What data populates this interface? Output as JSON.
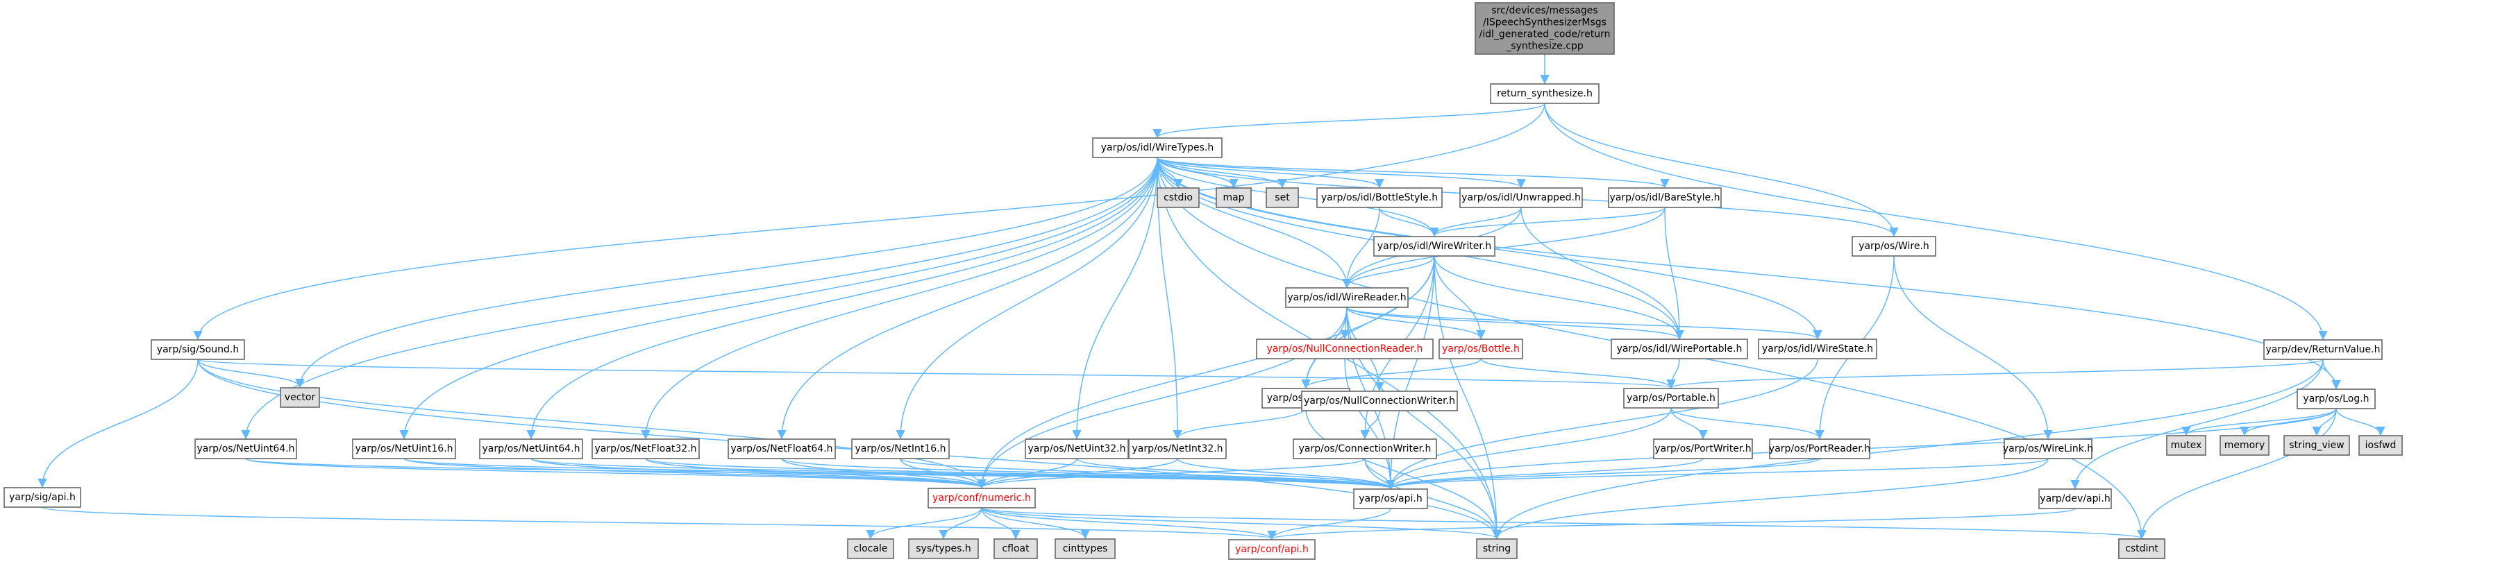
{
  "colors": {
    "edge": "#63b8ff",
    "node_stroke": "#666666",
    "node_fill": "#ffffff",
    "external_fill": "#e0e0e0",
    "root_fill": "#999999",
    "red_text": "#ff0000",
    "text": "#000000"
  },
  "nodes": [
    {
      "id": "root",
      "lines": [
        "src/devices/messages",
        "/ISpeechSynthesizerMsgs",
        "/idl_generated_code/return",
        "_synthesize.cpp"
      ],
      "style": "root"
    },
    {
      "id": "return_synthesize",
      "lines": [
        "return_synthesize.h"
      ],
      "style": "normal"
    },
    {
      "id": "wiretypes",
      "lines": [
        "yarp/os/idl/WireTypes.h"
      ],
      "style": "normal"
    },
    {
      "id": "cstdio",
      "lines": [
        "cstdio"
      ],
      "style": "external"
    },
    {
      "id": "map",
      "lines": [
        "map"
      ],
      "style": "external"
    },
    {
      "id": "set",
      "lines": [
        "set"
      ],
      "style": "external"
    },
    {
      "id": "bottlestyle",
      "lines": [
        "yarp/os/idl/BottleStyle.h"
      ],
      "style": "normal"
    },
    {
      "id": "unwrapped",
      "lines": [
        "yarp/os/idl/Unwrapped.h"
      ],
      "style": "normal"
    },
    {
      "id": "barestyle",
      "lines": [
        "yarp/os/idl/BareStyle.h"
      ],
      "style": "normal"
    },
    {
      "id": "wirewriter",
      "lines": [
        "yarp/os/idl/WireWriter.h"
      ],
      "style": "normal"
    },
    {
      "id": "wire",
      "lines": [
        "yarp/os/Wire.h"
      ],
      "style": "normal"
    },
    {
      "id": "wirereader",
      "lines": [
        "yarp/os/idl/WireReader.h"
      ],
      "style": "normal"
    },
    {
      "id": "sound",
      "lines": [
        "yarp/sig/Sound.h"
      ],
      "style": "normal"
    },
    {
      "id": "nullconnreader",
      "lines": [
        "yarp/os/NullConnectionReader.h"
      ],
      "style": "red"
    },
    {
      "id": "bottle",
      "lines": [
        "yarp/os/Bottle.h"
      ],
      "style": "red"
    },
    {
      "id": "wireportable",
      "lines": [
        "yarp/os/idl/WirePortable.h"
      ],
      "style": "normal"
    },
    {
      "id": "wirestate",
      "lines": [
        "yarp/os/idl/WireState.h"
      ],
      "style": "normal"
    },
    {
      "id": "returnvalue",
      "lines": [
        "yarp/dev/ReturnValue.h"
      ],
      "style": "normal"
    },
    {
      "id": "vector",
      "lines": [
        "vector"
      ],
      "style": "external"
    },
    {
      "id": "vocab",
      "lines": [
        "yarp/os/Vocab.h"
      ],
      "style": "normal"
    },
    {
      "id": "nullconnwriter",
      "lines": [
        "yarp/os/NullConnectionWriter.h"
      ],
      "style": "normal"
    },
    {
      "id": "portable",
      "lines": [
        "yarp/os/Portable.h"
      ],
      "style": "normal"
    },
    {
      "id": "log",
      "lines": [
        "yarp/os/Log.h"
      ],
      "style": "normal"
    },
    {
      "id": "mutex",
      "lines": [
        "mutex"
      ],
      "style": "external"
    },
    {
      "id": "memory",
      "lines": [
        "memory"
      ],
      "style": "external"
    },
    {
      "id": "string_view",
      "lines": [
        "string_view"
      ],
      "style": "external"
    },
    {
      "id": "iosfwd",
      "lines": [
        "iosfwd"
      ],
      "style": "external"
    },
    {
      "id": "netuint64",
      "lines": [
        "yarp/os/NetUint64.h"
      ],
      "style": "normal"
    },
    {
      "id": "netuint16",
      "lines": [
        "yarp/os/NetUint16.h"
      ],
      "style": "normal"
    },
    {
      "id": "netuint64b",
      "lines": [
        "yarp/os/NetUint64.h"
      ],
      "style": "normal"
    },
    {
      "id": "netfloat32",
      "lines": [
        "yarp/os/NetFloat32.h"
      ],
      "style": "normal"
    },
    {
      "id": "netfloat64",
      "lines": [
        "yarp/os/NetFloat64.h"
      ],
      "style": "normal"
    },
    {
      "id": "netint16",
      "lines": [
        "yarp/os/NetInt16.h"
      ],
      "style": "normal"
    },
    {
      "id": "netuint32",
      "lines": [
        "yarp/os/NetUint32.h"
      ],
      "style": "normal"
    },
    {
      "id": "netint32",
      "lines": [
        "yarp/os/NetInt32.h"
      ],
      "style": "normal"
    },
    {
      "id": "connwriter",
      "lines": [
        "yarp/os/ConnectionWriter.h"
      ],
      "style": "normal"
    },
    {
      "id": "portwriter",
      "lines": [
        "yarp/os/PortWriter.h"
      ],
      "style": "normal"
    },
    {
      "id": "portreader",
      "lines": [
        "yarp/os/PortReader.h"
      ],
      "style": "normal"
    },
    {
      "id": "wirelink",
      "lines": [
        "yarp/os/WireLink.h"
      ],
      "style": "normal"
    },
    {
      "id": "sigapi",
      "lines": [
        "yarp/sig/api.h"
      ],
      "style": "normal"
    },
    {
      "id": "numeric",
      "lines": [
        "yarp/conf/numeric.h"
      ],
      "style": "red"
    },
    {
      "id": "osapi",
      "lines": [
        "yarp/os/api.h"
      ],
      "style": "normal"
    },
    {
      "id": "devapi",
      "lines": [
        "yarp/dev/api.h"
      ],
      "style": "normal"
    },
    {
      "id": "clocale",
      "lines": [
        "clocale"
      ],
      "style": "external"
    },
    {
      "id": "systypes",
      "lines": [
        "sys/types.h"
      ],
      "style": "external"
    },
    {
      "id": "cfloat",
      "lines": [
        "cfloat"
      ],
      "style": "external"
    },
    {
      "id": "cinttypes",
      "lines": [
        "cinttypes"
      ],
      "style": "external"
    },
    {
      "id": "confapi",
      "lines": [
        "yarp/conf/api.h"
      ],
      "style": "red"
    },
    {
      "id": "string",
      "lines": [
        "string"
      ],
      "style": "external"
    },
    {
      "id": "cstdint",
      "lines": [
        "cstdint"
      ],
      "style": "external"
    },
    {
      "id": "cstdint2",
      "lines": [
        "cstdint"
      ],
      "style": "external"
    }
  ],
  "edges": [
    [
      "root",
      "return_synthesize"
    ],
    [
      "return_synthesize",
      "wiretypes"
    ],
    [
      "return_synthesize",
      "sound"
    ],
    [
      "return_synthesize",
      "wire"
    ],
    [
      "return_synthesize",
      "returnvalue"
    ],
    [
      "wiretypes",
      "cstdio"
    ],
    [
      "wiretypes",
      "map"
    ],
    [
      "wiretypes",
      "set"
    ],
    [
      "wiretypes",
      "bottlestyle"
    ],
    [
      "wiretypes",
      "unwrapped"
    ],
    [
      "wiretypes",
      "barestyle"
    ],
    [
      "wiretypes",
      "wirewriter"
    ],
    [
      "wiretypes",
      "wirereader"
    ],
    [
      "wiretypes",
      "wire"
    ],
    [
      "wiretypes",
      "wireportable"
    ],
    [
      "wiretypes",
      "wirestate"
    ],
    [
      "wiretypes",
      "vector"
    ],
    [
      "wiretypes",
      "netuint64"
    ],
    [
      "wiretypes",
      "netuint16"
    ],
    [
      "wiretypes",
      "netuint64b"
    ],
    [
      "wiretypes",
      "netfloat32"
    ],
    [
      "wiretypes",
      "netfloat64"
    ],
    [
      "wiretypes",
      "netint16"
    ],
    [
      "wiretypes",
      "netuint32"
    ],
    [
      "wiretypes",
      "netint32"
    ],
    [
      "wiretypes",
      "cstdint"
    ],
    [
      "wiretypes",
      "log"
    ],
    [
      "wiretypes",
      "string"
    ],
    [
      "bottlestyle",
      "wirewriter"
    ],
    [
      "bottlestyle",
      "wirereader"
    ],
    [
      "unwrapped",
      "wirewriter"
    ],
    [
      "unwrapped",
      "wirereader"
    ],
    [
      "unwrapped",
      "wireportable"
    ],
    [
      "barestyle",
      "wirewriter"
    ],
    [
      "barestyle",
      "wirereader"
    ],
    [
      "barestyle",
      "wireportable"
    ],
    [
      "wirewriter",
      "wirereader"
    ],
    [
      "wirewriter",
      "wireportable"
    ],
    [
      "wirewriter",
      "vocab"
    ],
    [
      "wirewriter",
      "bottle"
    ],
    [
      "wirewriter",
      "numeric"
    ],
    [
      "wirewriter",
      "osapi"
    ],
    [
      "wirewriter",
      "connwriter"
    ],
    [
      "wirewriter",
      "string"
    ],
    [
      "wirereader",
      "nullconnreader"
    ],
    [
      "wirereader",
      "bottle"
    ],
    [
      "wirereader",
      "wireportable"
    ],
    [
      "wirereader",
      "wirestate"
    ],
    [
      "wirereader",
      "vocab"
    ],
    [
      "wirereader",
      "nullconnwriter"
    ],
    [
      "wirereader",
      "numeric"
    ],
    [
      "wirereader",
      "osapi"
    ],
    [
      "wirereader",
      "string"
    ],
    [
      "wire",
      "portreader"
    ],
    [
      "wire",
      "wirelink"
    ],
    [
      "sound",
      "vector"
    ],
    [
      "sound",
      "portable"
    ],
    [
      "sound",
      "sigapi"
    ],
    [
      "sound",
      "numeric"
    ],
    [
      "sound",
      "string"
    ],
    [
      "nullconnreader",
      "osapi"
    ],
    [
      "bottle",
      "portable"
    ],
    [
      "bottle",
      "vocab"
    ],
    [
      "wireportable",
      "portable"
    ],
    [
      "wirestate",
      "osapi"
    ],
    [
      "returnvalue",
      "portable"
    ],
    [
      "returnvalue",
      "log"
    ],
    [
      "returnvalue",
      "devapi"
    ],
    [
      "returnvalue",
      "string"
    ],
    [
      "vocab",
      "netint32"
    ],
    [
      "vocab",
      "string"
    ],
    [
      "nullconnwriter",
      "connwriter"
    ],
    [
      "portable",
      "portwriter"
    ],
    [
      "portable",
      "portreader"
    ],
    [
      "portable",
      "osapi"
    ],
    [
      "log",
      "mutex"
    ],
    [
      "log",
      "memory"
    ],
    [
      "log",
      "string_view"
    ],
    [
      "log",
      "iosfwd"
    ],
    [
      "log",
      "osapi"
    ],
    [
      "log",
      "cstdint2"
    ],
    [
      "netuint64",
      "numeric"
    ],
    [
      "netuint64",
      "osapi"
    ],
    [
      "netuint16",
      "numeric"
    ],
    [
      "netuint16",
      "osapi"
    ],
    [
      "netuint64b",
      "numeric"
    ],
    [
      "netuint64b",
      "osapi"
    ],
    [
      "netfloat32",
      "numeric"
    ],
    [
      "netfloat32",
      "osapi"
    ],
    [
      "netfloat64",
      "numeric"
    ],
    [
      "netfloat64",
      "osapi"
    ],
    [
      "netint16",
      "numeric"
    ],
    [
      "netint16",
      "osapi"
    ],
    [
      "netuint32",
      "numeric"
    ],
    [
      "netuint32",
      "osapi"
    ],
    [
      "netint32",
      "numeric"
    ],
    [
      "netint32",
      "osapi"
    ],
    [
      "connwriter",
      "osapi"
    ],
    [
      "connwriter",
      "numeric"
    ],
    [
      "connwriter",
      "string"
    ],
    [
      "portwriter",
      "osapi"
    ],
    [
      "portreader",
      "osapi"
    ],
    [
      "wirelink",
      "osapi"
    ],
    [
      "wirelink",
      "string"
    ],
    [
      "sigapi",
      "confapi"
    ],
    [
      "numeric",
      "clocale"
    ],
    [
      "numeric",
      "systypes"
    ],
    [
      "numeric",
      "cfloat"
    ],
    [
      "numeric",
      "cinttypes"
    ],
    [
      "numeric",
      "confapi"
    ],
    [
      "numeric",
      "cstdint"
    ],
    [
      "numeric",
      "string"
    ],
    [
      "osapi",
      "confapi"
    ],
    [
      "devapi",
      "confapi"
    ]
  ]
}
